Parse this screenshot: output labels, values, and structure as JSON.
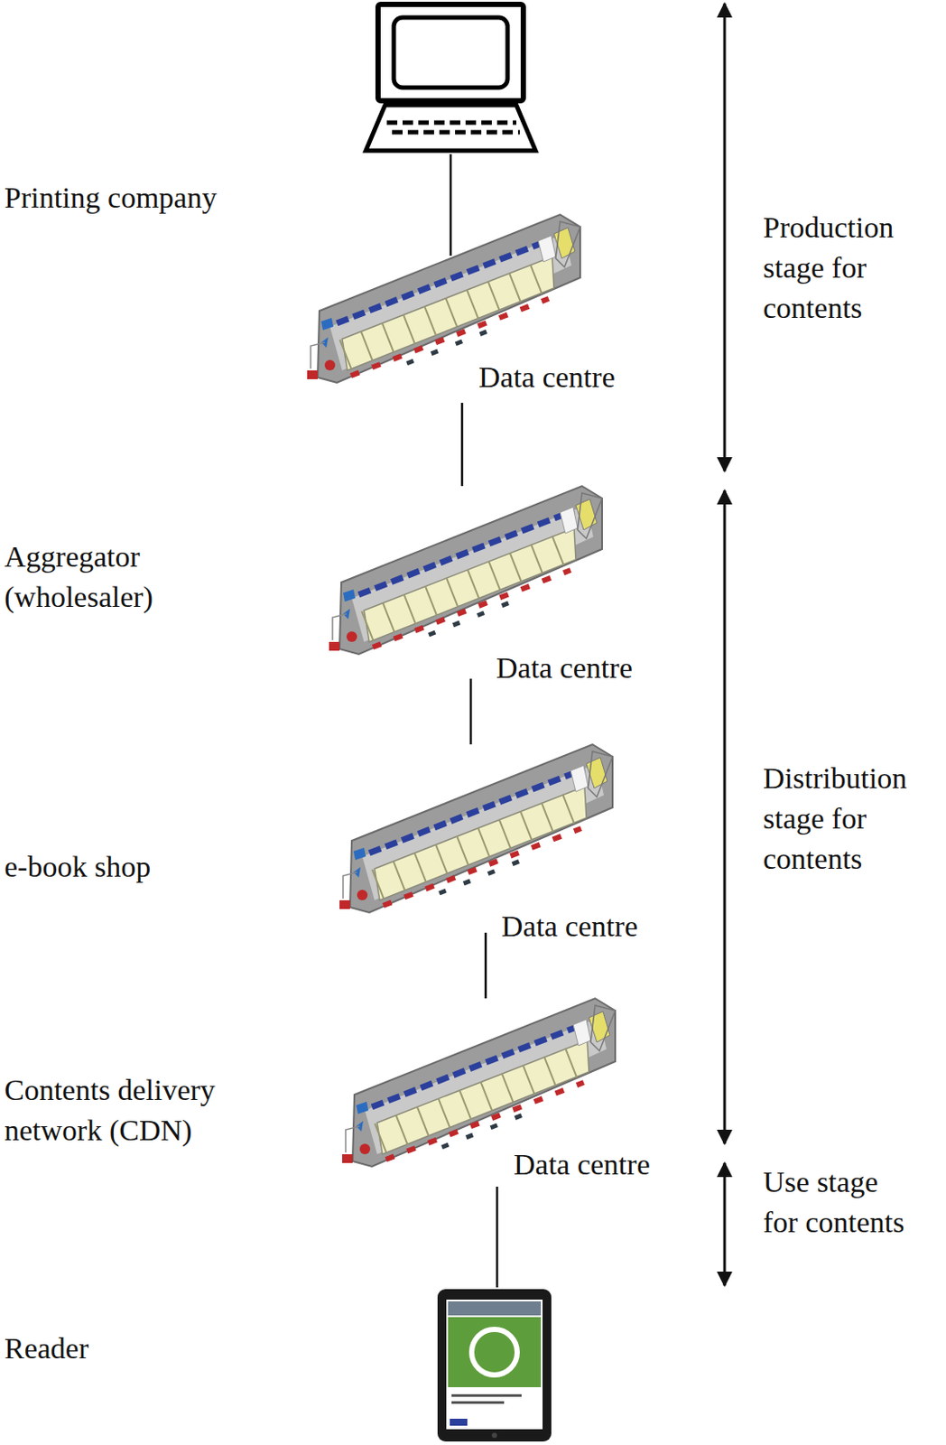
{
  "diagram": {
    "nodes": [
      {
        "text": [
          "Printing company",
          "Data centre"
        ]
      },
      {
        "text": [
          "Aggregator (wholesaler)",
          "Data centre"
        ]
      },
      {
        "text": [
          "e-book shop",
          "Data centre"
        ]
      },
      {
        "text": [
          "Contents delivery network (CDN)",
          "Data centre"
        ]
      },
      {
        "text": [
          "Reader"
        ]
      }
    ],
    "edges": [
      {
        "from": 0,
        "to": 1,
        "arrow": "none"
      },
      {
        "from": 1,
        "to": 2,
        "arrow": "none"
      },
      {
        "from": 2,
        "to": 3,
        "arrow": "none"
      },
      {
        "from": 3,
        "to": 4,
        "arrow": "none"
      }
    ],
    "labels": [
      "Production stage for contents",
      "Distribution stage for contents",
      "Use stage for contents"
    ]
  }
}
